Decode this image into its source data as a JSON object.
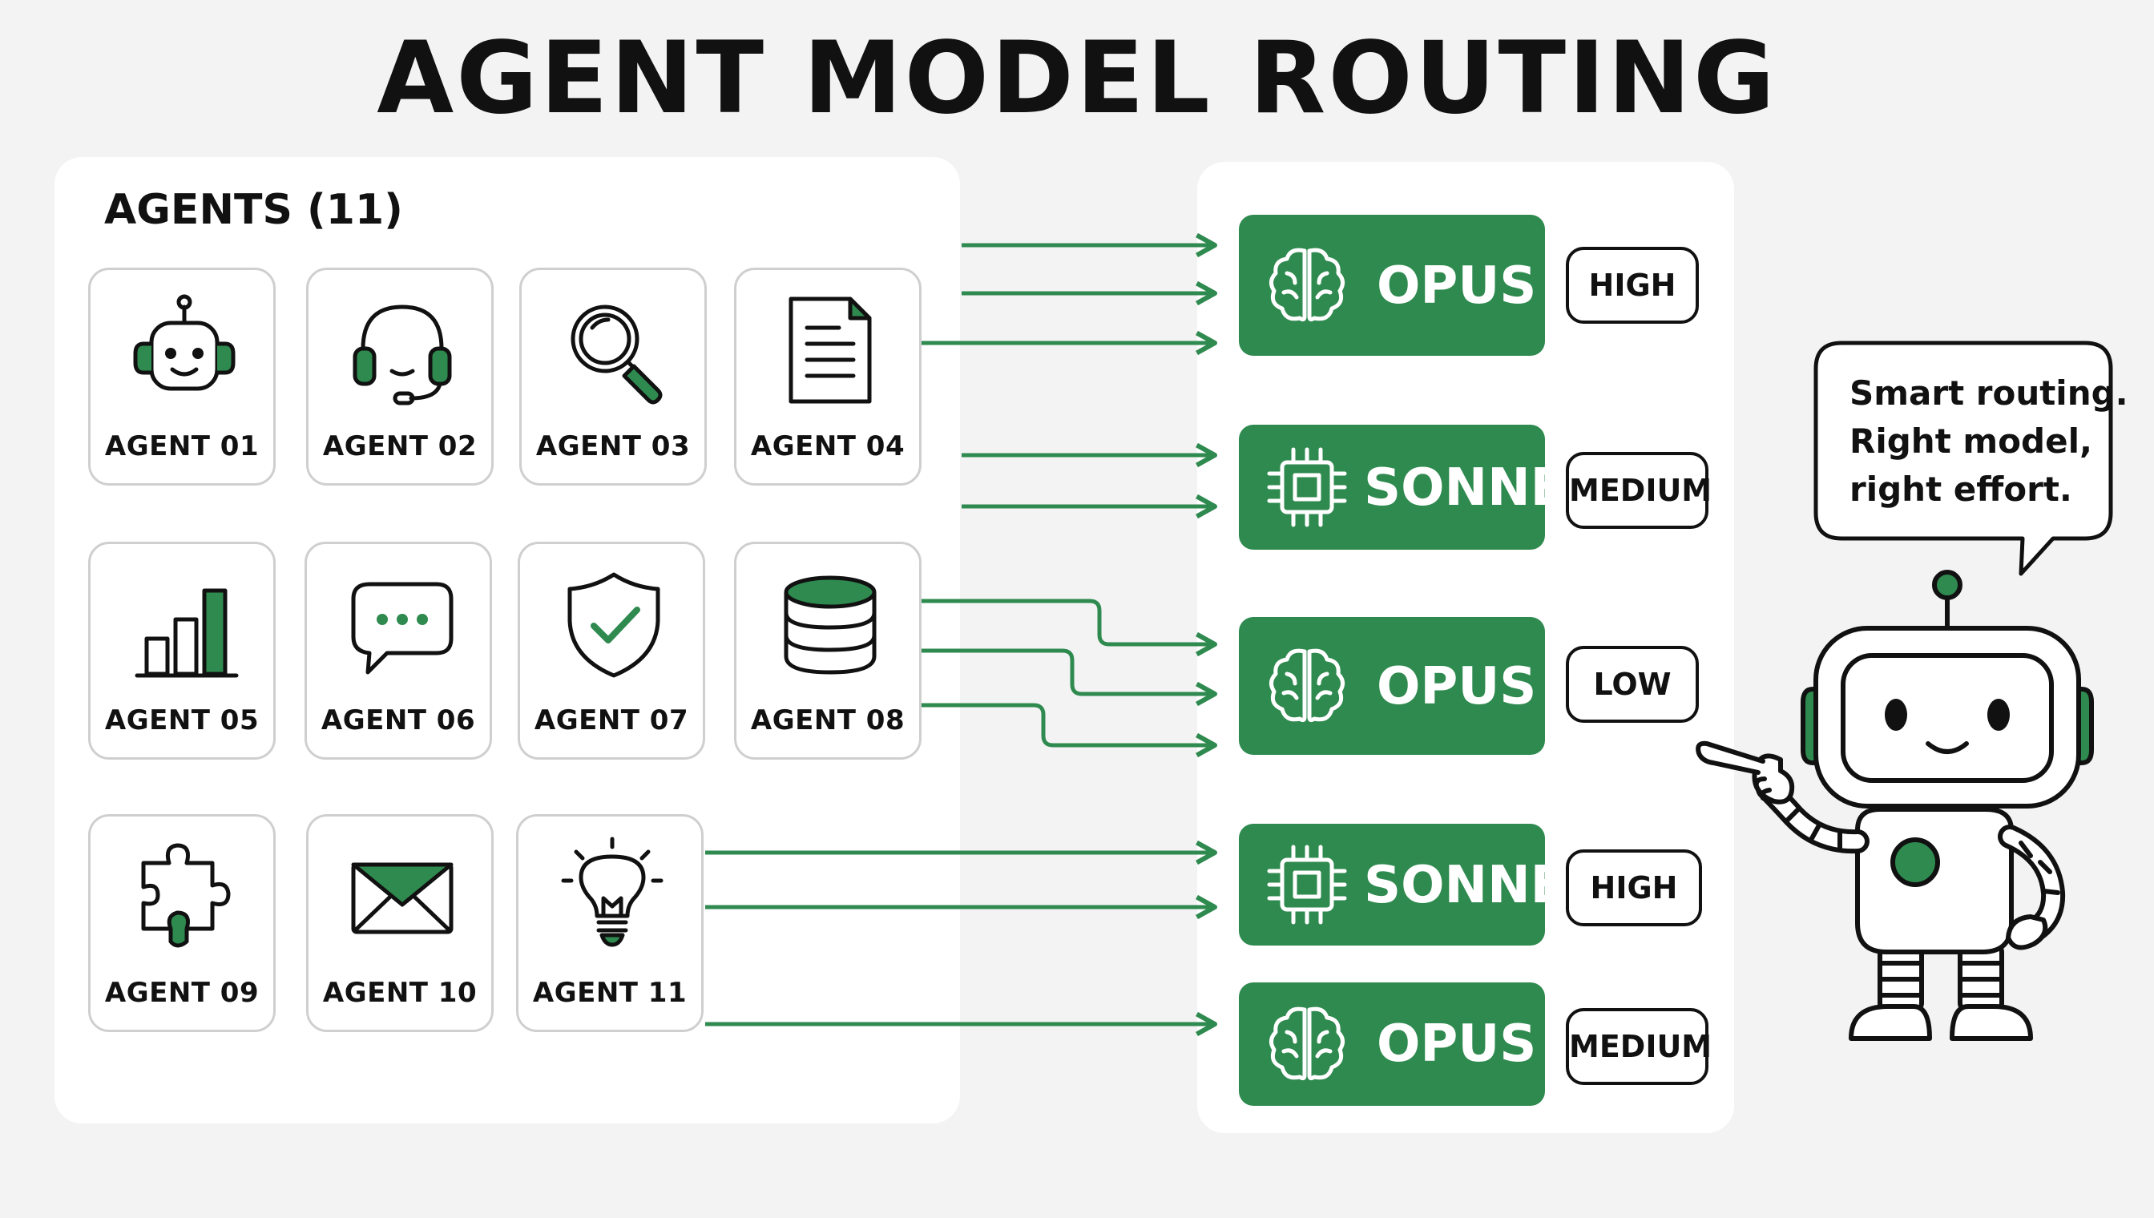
{
  "title": "AGENT MODEL ROUTING",
  "agents_panel": {
    "heading": "AGENTS (11)",
    "agents": [
      {
        "label": "AGENT 01",
        "icon": "robot-face-icon"
      },
      {
        "label": "AGENT 02",
        "icon": "headset-icon"
      },
      {
        "label": "AGENT 03",
        "icon": "magnifier-icon"
      },
      {
        "label": "AGENT 04",
        "icon": "document-icon"
      },
      {
        "label": "AGENT 05",
        "icon": "bar-chart-icon"
      },
      {
        "label": "AGENT 06",
        "icon": "chat-bubble-icon"
      },
      {
        "label": "AGENT 07",
        "icon": "shield-check-icon"
      },
      {
        "label": "AGENT 08",
        "icon": "database-icon"
      },
      {
        "label": "AGENT 09",
        "icon": "puzzle-icon"
      },
      {
        "label": "AGENT 10",
        "icon": "envelope-icon"
      },
      {
        "label": "AGENT 11",
        "icon": "lightbulb-icon"
      }
    ]
  },
  "routes": [
    {
      "model": "OPUS",
      "icon": "brain-icon",
      "effort": "HIGH"
    },
    {
      "model": "SONNET",
      "icon": "chip-icon",
      "effort": "MEDIUM"
    },
    {
      "model": "OPUS",
      "icon": "brain-icon",
      "effort": "LOW"
    },
    {
      "model": "SONNET",
      "icon": "chip-icon",
      "effort": "HIGH"
    },
    {
      "model": "OPUS",
      "icon": "brain-icon",
      "effort": "MEDIUM"
    }
  ],
  "speech_bubble": {
    "lines": [
      "Smart routing.",
      "Right model,",
      "right effort."
    ]
  },
  "colors": {
    "accent": "#2f8a4f",
    "background": "#f3f3f3",
    "panel": "#ffffff",
    "ink": "#111111"
  }
}
